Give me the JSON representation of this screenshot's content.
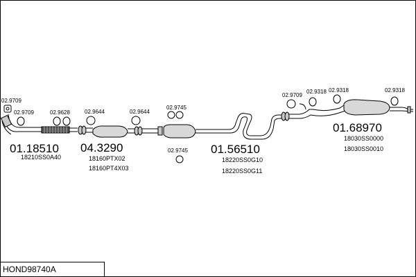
{
  "title": "HOND98740A",
  "parts": [
    {
      "code": "01.18510",
      "refs": [
        "18210SS0A40"
      ]
    },
    {
      "code": "04.3290",
      "refs": [
        "18160PTX02",
        "18160PT4X03"
      ]
    },
    {
      "code": "01.56510",
      "refs": [
        "18220SS0G10",
        "18220SS0G11"
      ]
    },
    {
      "code": "01.68970",
      "refs": [
        "18030SS0000",
        "18030SS0010"
      ]
    }
  ],
  "accessories": [
    "02.9709",
    "02.9709",
    "02.9628",
    "02.9644",
    "02.9644",
    "02.9745",
    "02.9745",
    "02.9709",
    "02.9318",
    "02.9318",
    "02.9318"
  ]
}
